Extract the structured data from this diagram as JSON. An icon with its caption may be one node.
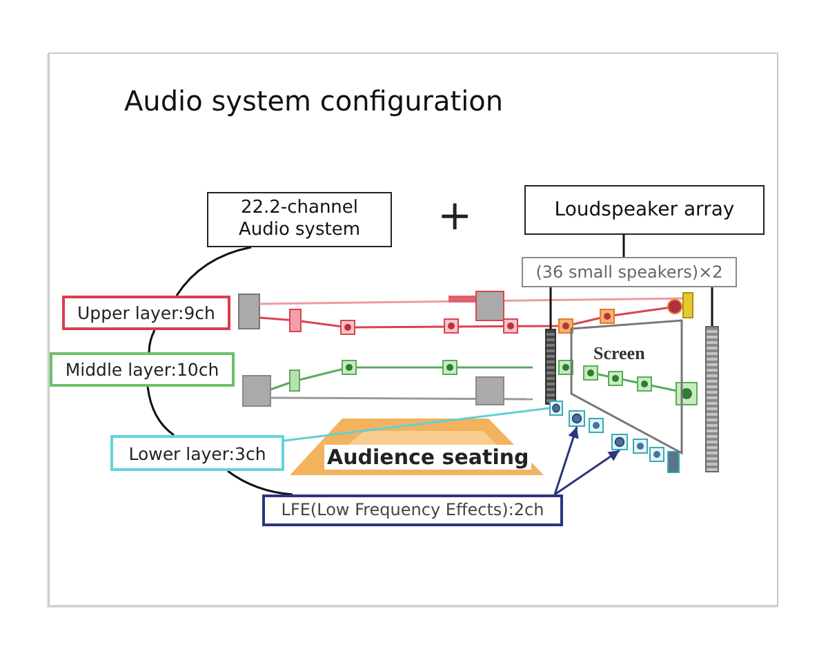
{
  "diagram": {
    "title": "Audio system configuration",
    "nodes": [
      {
        "text": [
          "22.2-channel Audio system"
        ]
      },
      {
        "text": [
          "Loudspeaker array"
        ]
      },
      {
        "text": [
          "(36 small speakers)×2"
        ]
      },
      {
        "text": [
          "Upper layer:9ch"
        ]
      },
      {
        "text": [
          "Middle layer:10ch"
        ]
      },
      {
        "text": [
          "Lower layer:3ch"
        ]
      },
      {
        "text": [
          "LFE(Low Frequency Effects):2ch"
        ]
      },
      {
        "text": [
          "Screen"
        ]
      },
      {
        "text": [
          "Audience seating"
        ]
      },
      {
        "text": [],
        "shape": "bar"
      },
      {
        "text": [],
        "shape": "bar"
      },
      {
        "text": [],
        "shape": "box"
      },
      {
        "text": [],
        "shape": "box"
      },
      {
        "text": [],
        "shape": "box"
      }
    ],
    "edges": [
      {
        "from": 1,
        "to": 2,
        "arrow": "none"
      },
      {
        "from": 2,
        "to": 9,
        "arrow": "none"
      },
      {
        "from": 2,
        "to": 10,
        "arrow": "none"
      },
      {
        "from": 0,
        "to": 3,
        "arrow": "none"
      },
      {
        "from": 3,
        "to": 4,
        "arrow": "none"
      },
      {
        "from": 4,
        "to": 5,
        "arrow": "none"
      },
      {
        "from": 5,
        "to": 6,
        "arrow": "none"
      },
      {
        "from": 5,
        "to": 11,
        "arrow": "none",
        "color": "#5fd0d8"
      },
      {
        "from": 6,
        "to": 12,
        "arrow": "to",
        "color": "#2b3580"
      },
      {
        "from": 6,
        "to": 13,
        "arrow": "to",
        "color": "#2b3580"
      }
    ],
    "labels": [
      "+"
    ]
  }
}
